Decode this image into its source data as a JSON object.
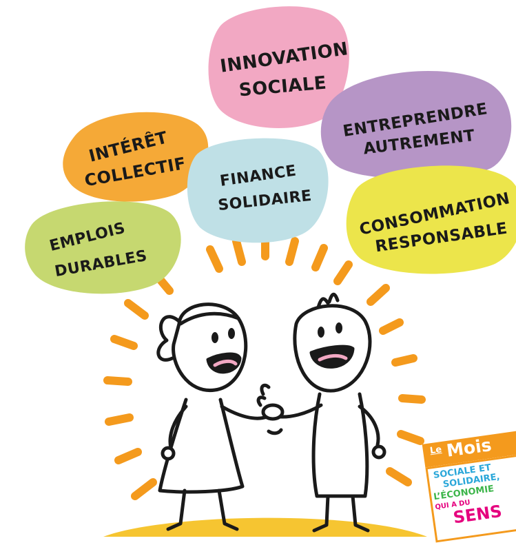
{
  "bubbles": [
    {
      "id": "innovation-sociale",
      "line1": "INNOVATION",
      "line2": "SOCIALE",
      "color": "#f2a8c3"
    },
    {
      "id": "entreprendre-autrement",
      "line1": "ENTREPRENDRE",
      "line2": "AUTREMENT",
      "color": "#b695c6"
    },
    {
      "id": "interet-collectif",
      "line1": "INTÉRÊT",
      "line2": "COLLECTIF",
      "color": "#f5a937"
    },
    {
      "id": "finance-solidaire",
      "line1": "FINANCE",
      "line2": "SOLIDAIRE",
      "color": "#bfe0e6"
    },
    {
      "id": "consommation-responsable",
      "line1": "CONSOMMATION",
      "line2": "RESPONSABLE",
      "color": "#ece54b"
    },
    {
      "id": "emplois-durables",
      "line1": "EMPLOIS",
      "line2": "DURABLES",
      "color": "#c6d870"
    }
  ],
  "badge": {
    "le": "Le",
    "mois": "Mois",
    "line1": "SOCIALE ET",
    "line2": "SOLIDAIRE,",
    "line3": "L’ÉCONOMIE",
    "line4": "QUI A DU",
    "line5": "SENS"
  },
  "colors": {
    "ray": "#f49a1d",
    "ground": "#f6c531",
    "outline": "#1a1a1a"
  }
}
